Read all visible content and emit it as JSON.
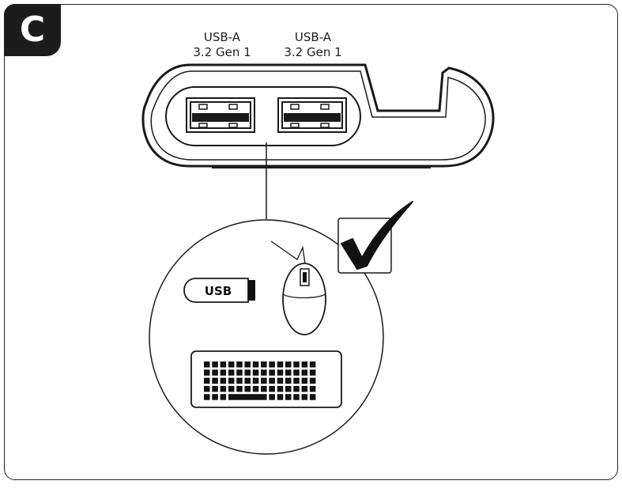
{
  "step": {
    "letter": "C"
  },
  "ports": [
    {
      "type": "USB-A",
      "spec": "3.2 Gen 1"
    },
    {
      "type": "USB-A",
      "spec": "3.2 Gen 1"
    }
  ],
  "devices": {
    "usb_stick_label": "USB"
  },
  "icons": {
    "status": "checkmark-icon",
    "devices": [
      "usb-stick-icon",
      "mouse-icon",
      "keyboard-icon"
    ]
  }
}
